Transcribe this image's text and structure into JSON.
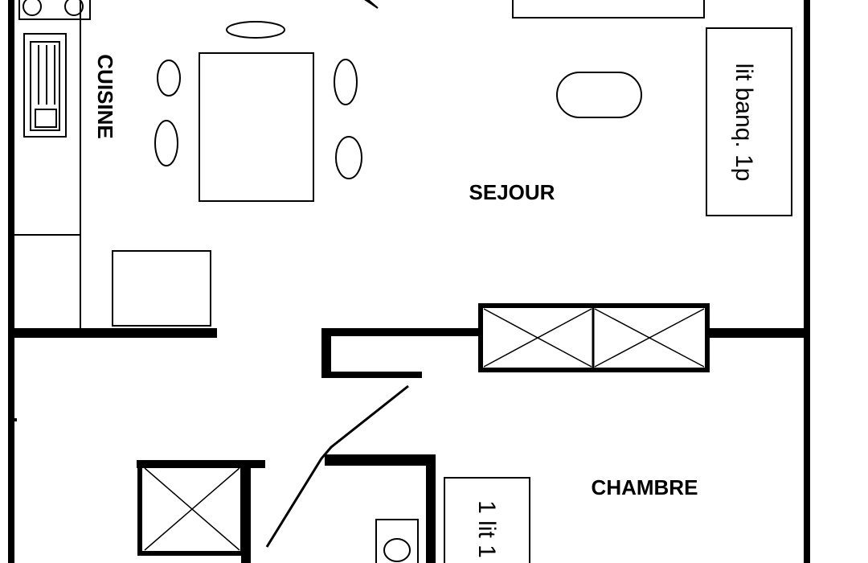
{
  "rooms": {
    "cuisine": "CUISINE",
    "sejour": "SEJOUR",
    "chambre": "CHAMBRE"
  },
  "furniture": {
    "lit_banquette": "lit banq. 1p",
    "lit_chambre": "1 lit 1"
  },
  "colors": {
    "wall": "#000000",
    "background": "#ffffff"
  }
}
